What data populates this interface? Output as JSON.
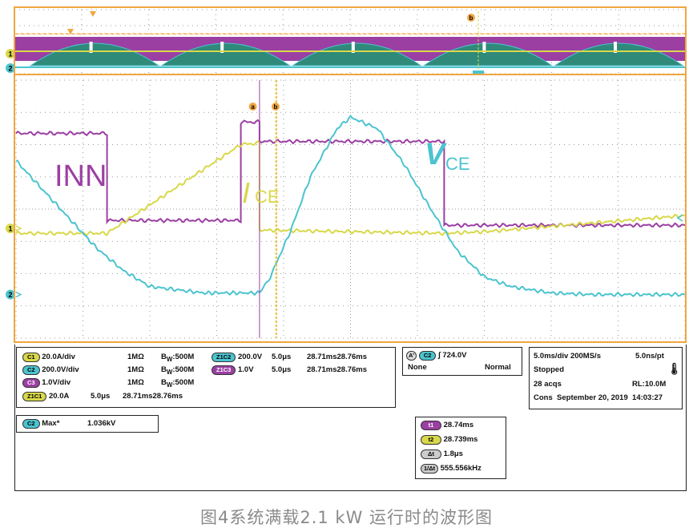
{
  "chart_data": {
    "type": "line",
    "title": "",
    "xlabel": "",
    "ylabel": "",
    "time_per_div_us": 5.0,
    "divisions": 10,
    "labels": {
      "inn": "INN",
      "ice_main": "I",
      "ice_sub": "CE",
      "vce_main": "V",
      "vce_sub": "CE"
    },
    "series": [
      {
        "name": "INN",
        "color": "#9b3fa3",
        "x": [
          0,
          6.8,
          6.8,
          16.8,
          16.8,
          18.2,
          18.2,
          32.0,
          32.0,
          50
        ],
        "y": [
          -1.65,
          -1.65,
          -4.35,
          -4.35,
          -1.3,
          -1.3,
          -1.9,
          -1.9,
          -4.5,
          -4.5
        ]
      },
      {
        "name": "ICE",
        "color": "#d8d84a",
        "x": [
          0,
          6.8,
          16.8,
          18.2,
          18.2,
          32.0,
          35.0,
          50
        ],
        "y": [
          -4.75,
          -4.75,
          -2.0,
          -1.95,
          -4.65,
          -4.75,
          -4.7,
          -4.2
        ]
      },
      {
        "name": "VCE",
        "color": "#4bc4cf",
        "x": [
          0,
          2,
          4,
          6,
          8,
          10,
          14,
          18.2,
          19,
          20.5,
          22,
          24,
          25,
          27,
          29,
          31,
          33,
          35,
          37,
          40,
          43,
          50
        ],
        "y": [
          -2.5,
          -3.4,
          -4.3,
          -5.2,
          -5.9,
          -6.4,
          -6.6,
          -6.6,
          -6.1,
          -4.7,
          -3.0,
          -1.5,
          -1.15,
          -1.5,
          -2.6,
          -4.0,
          -5.3,
          -6.1,
          -6.4,
          -6.6,
          -6.65,
          -6.65
        ]
      }
    ],
    "cursors": {
      "a_us": 18.2,
      "b_us": 19.4,
      "trigger_us": 20.0
    },
    "horizontal_cursor_div": -0.55,
    "channel_markers": [
      "1",
      "2",
      "a",
      "b"
    ],
    "overview_traces": [
      "purple",
      "teal",
      "yellow"
    ],
    "overview_humps": 5
  },
  "colors": {
    "orange": "#f0a640",
    "yellow": "#d8d84a",
    "teal": "#4bc4cf",
    "purple": "#9b3fa3",
    "grid": "#9a9a9a"
  },
  "settings": {
    "ch1": {
      "chip": "C1",
      "scale": "20.0A/div",
      "imp": "1MΩ",
      "bw_b": "B",
      "bw_w": "W",
      "bw": ":500M"
    },
    "ch2": {
      "chip": "C2",
      "scale": "200.0V/div",
      "imp": "1MΩ",
      "bw_b": "B",
      "bw_w": "W",
      "bw": ":500M"
    },
    "ch3": {
      "chip": "C3",
      "scale": "1.0V/div",
      "imp": "1MΩ",
      "bw_b": "B",
      "bw_w": "W",
      "bw": ":500M"
    },
    "z1c1": {
      "chip": "Z1C1",
      "scale": "20.0A",
      "time": "5.0μs",
      "range": "28.71ms28.76ms"
    },
    "z1c2": {
      "chip": "Z1C2",
      "scale": "200.0V",
      "time": "5.0μs",
      "range": "28.71ms28.76ms"
    },
    "z1c3": {
      "chip": "Z1C3",
      "scale": "1.0V",
      "time": "5.0μs",
      "range": "28.71ms28.76ms"
    }
  },
  "trigger": {
    "a_chip": "A'",
    "chip": "C2",
    "slope": "∫",
    "level": "724.0V",
    "coupling": "None",
    "mode": "Normal"
  },
  "acq": {
    "tdiv": "5.0ms/div",
    "rate": "200MS/s",
    "pt": "5.0ns/pt",
    "state": "Stopped",
    "acqs": "28 acqs",
    "rl": "RL:10.0M",
    "cons": "Cons",
    "date": "September 20, 2019",
    "time": "14:03:27"
  },
  "measure": {
    "chip": "C2",
    "name": "Max*",
    "value": "1.036kV"
  },
  "cursor_readout": [
    {
      "chip": "t1",
      "value": "28.74ms"
    },
    {
      "chip": "t2",
      "value": "28.739ms"
    },
    {
      "chip": "Δt",
      "value": "1.8μs"
    },
    {
      "chip": "1/Δt",
      "value": "555.556kHz"
    }
  ],
  "caption": "图4系统满载2.1 kW 运行时的波形图"
}
